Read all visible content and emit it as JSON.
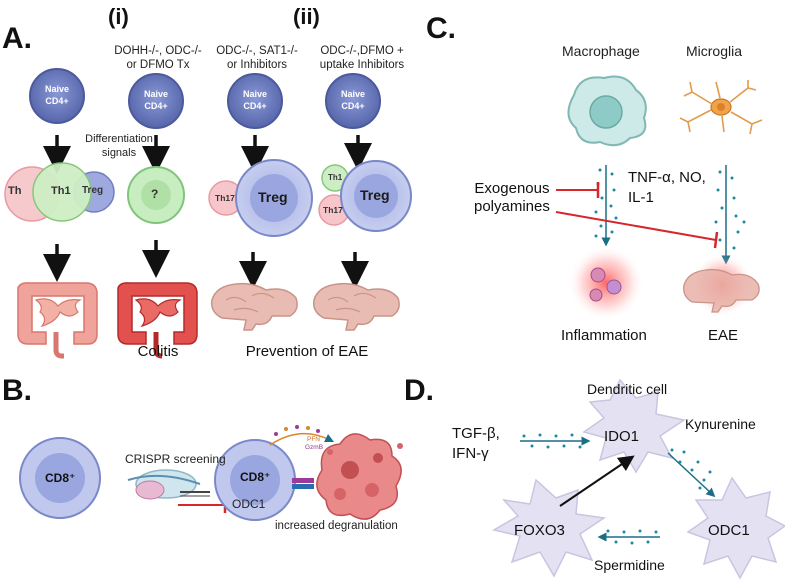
{
  "panel_a": {
    "letter": "A.",
    "group_i": "(i)",
    "group_ii": "(ii)",
    "conditions": [
      "DOHH-/-, ODC-/-\nor DFMO Tx",
      "ODC-/-, SAT1-/-\nor Inhibitors",
      "ODC-/-,DFMO +\nuptake Inhibitors"
    ],
    "naive_cell": "Naive\nCD4+",
    "differentiation": "Differentiation\nsignals",
    "th": "Th",
    "th1": "Th1",
    "treg": "Treg",
    "unknown": "?",
    "th17": "Th17",
    "colitis": "Colitis",
    "prevention": "Prevention of EAE"
  },
  "panel_b": {
    "letter": "B.",
    "cd8_left": "CD8⁺",
    "cd8_right": "CD8⁺",
    "crispr": "CRISPR screening",
    "odc1": "ODC1",
    "pfn": "PFN",
    "gzmb": "GzmB",
    "degranulation": "increased degranulation"
  },
  "panel_c": {
    "letter": "C.",
    "macrophage": "Macrophage",
    "microglia": "Microglia",
    "cytokines": "TNF-α, NO,\nIL-1",
    "exogenous": "Exogenous\npolyamines",
    "inflammation": "Inflammation",
    "eae": "EAE"
  },
  "panel_d": {
    "letter": "D.",
    "dendritic": "Dendritic cell",
    "kynurenine": "Kynurenine",
    "tgf": "TGF-β,\nIFN-γ",
    "ido1": "IDO1",
    "foxo3": "FOXO3",
    "odc1": "ODC1",
    "spermidine": "Spermidine"
  },
  "colors": {
    "naive": "#6f7fbf",
    "treg": "#b8c2ea",
    "th1": "#c9ecc0",
    "th": "#f6c4c8",
    "gut": "#f3a39b",
    "colitis": "#e2514e",
    "brain": "#e8b8ae",
    "dendritic": "#e3e1f1",
    "inhibit": "#d7262c",
    "teal": "#1a8aa0"
  }
}
